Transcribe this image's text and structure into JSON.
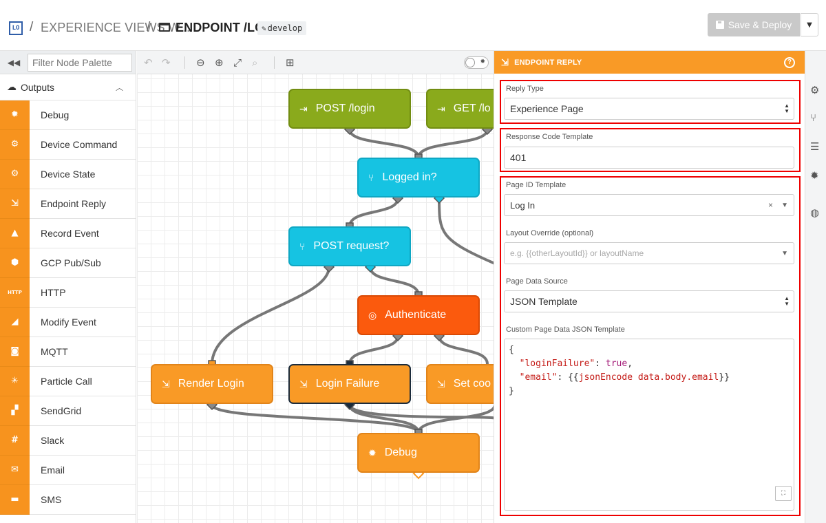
{
  "header": {
    "logo": "LO",
    "crumb_sep": "/",
    "breadcrumb_app": "EXPERIENCE VIEWS W...",
    "breadcrumb_flow": "ENDPOINT /LOGIN",
    "branch": "develop",
    "save_label": "Save & Deploy"
  },
  "palette": {
    "filter_placeholder": "Filter Node Palette",
    "section_label": "Outputs",
    "items": [
      {
        "label": "Debug",
        "icon": "bug-icon"
      },
      {
        "label": "Device Command",
        "icon": "chip-icon"
      },
      {
        "label": "Device State",
        "icon": "chip-icon"
      },
      {
        "label": "Endpoint Reply",
        "icon": "reply-icon"
      },
      {
        "label": "Record Event",
        "icon": "warning-plus-icon"
      },
      {
        "label": "GCP Pub/Sub",
        "icon": "gcp-icon"
      },
      {
        "label": "HTTP",
        "icon": "http-icon"
      },
      {
        "label": "Modify Event",
        "icon": "triangle-edit-icon"
      },
      {
        "label": "MQTT",
        "icon": "mqtt-icon"
      },
      {
        "label": "Particle Call",
        "icon": "particle-icon"
      },
      {
        "label": "SendGrid",
        "icon": "sendgrid-icon"
      },
      {
        "label": "Slack",
        "icon": "slack-icon"
      },
      {
        "label": "Email",
        "icon": "envelope-icon"
      },
      {
        "label": "SMS",
        "icon": "chat-icon"
      }
    ]
  },
  "flow": {
    "nodes": {
      "post_login": "POST /login",
      "get_login": "GET /lo",
      "logged_in": "Logged in?",
      "post_request": "POST request?",
      "authenticate": "Authenticate",
      "render_login": "Render Login",
      "login_failure": "Login Failure",
      "set_cookie": "Set coo",
      "debug": "Debug"
    }
  },
  "panel": {
    "title": "ENDPOINT REPLY",
    "reply_type_label": "Reply Type",
    "reply_type_value": "Experience Page",
    "response_code_label": "Response Code Template",
    "response_code_value": "401",
    "page_id_label": "Page ID Template",
    "page_id_value": "Log In",
    "layout_label": "Layout Override (optional)",
    "layout_placeholder": "e.g. {{otherLayoutId}} or layoutName",
    "page_data_source_label": "Page Data Source",
    "page_data_source_value": "JSON Template",
    "json_template_label": "Custom Page Data JSON Template",
    "json_template": {
      "key1": "\"loginFailure\"",
      "val1": "true",
      "key2": "\"email\"",
      "helper": "jsonEncode",
      "arg": "data.body.email"
    }
  },
  "colors": {
    "output_orange": "#f99a26",
    "trigger_green": "#8aaa1c",
    "logic_cyan": "#16c3e2",
    "auth_red": "#fb5a0d",
    "highlight_red": "#e00000"
  }
}
